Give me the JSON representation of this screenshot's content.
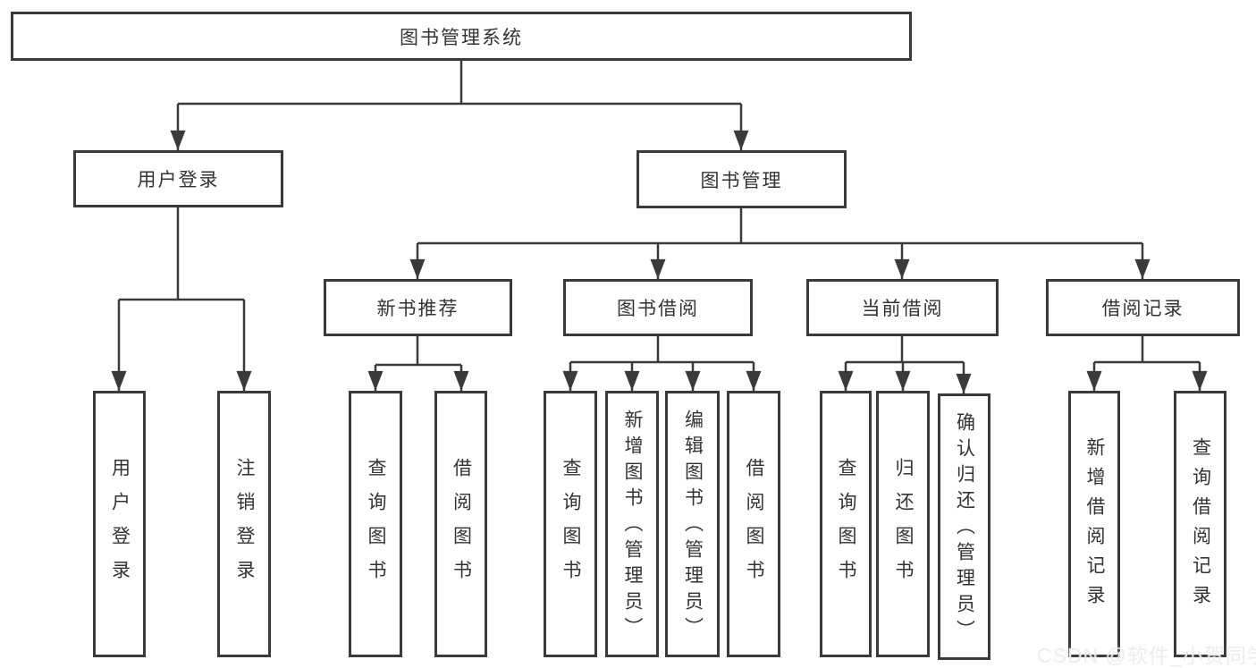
{
  "diagram": {
    "title": "图书管理系统",
    "watermark": "CSDN @软件_小贺同学",
    "colors": {
      "line": "#3a3a3a",
      "border": "#3a3a3a",
      "text": "#333333",
      "background": "#ffffff",
      "watermark": "#ececec"
    },
    "tree": {
      "label": "图书管理系统",
      "children": [
        {
          "label": "用户登录",
          "children": [
            {
              "label": "用户登录"
            },
            {
              "label": "注销登录"
            }
          ]
        },
        {
          "label": "图书管理",
          "children": [
            {
              "label": "新书推荐",
              "children": [
                {
                  "label": "查询图书"
                },
                {
                  "label": "借阅图书"
                }
              ]
            },
            {
              "label": "图书借阅",
              "children": [
                {
                  "label": "查询图书"
                },
                {
                  "label": "新增图书（管理员）"
                },
                {
                  "label": "编辑图书（管理员）"
                },
                {
                  "label": "借阅图书"
                }
              ]
            },
            {
              "label": "当前借阅",
              "children": [
                {
                  "label": "查询图书"
                },
                {
                  "label": "归还图书"
                },
                {
                  "label": "确认归还（管理员）"
                }
              ]
            },
            {
              "label": "借阅记录",
              "children": [
                {
                  "label": "新增借阅记录"
                },
                {
                  "label": "查询借阅记录"
                }
              ]
            }
          ]
        }
      ]
    }
  }
}
